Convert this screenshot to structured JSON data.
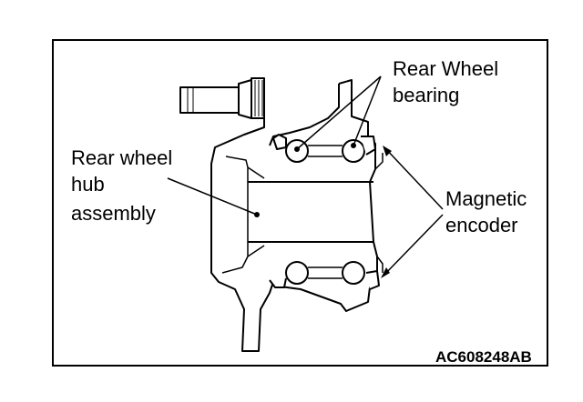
{
  "labels": {
    "bearing_line1": "Rear Wheel",
    "bearing_line2": "bearing",
    "hub_line1": "Rear wheel",
    "hub_line2": "hub",
    "hub_line3": "assembly",
    "encoder_line1": "Magnetic",
    "encoder_line2": "encoder"
  },
  "figure_code": "AC608248AB",
  "colors": {
    "line": "#000000",
    "background": "#ffffff"
  }
}
